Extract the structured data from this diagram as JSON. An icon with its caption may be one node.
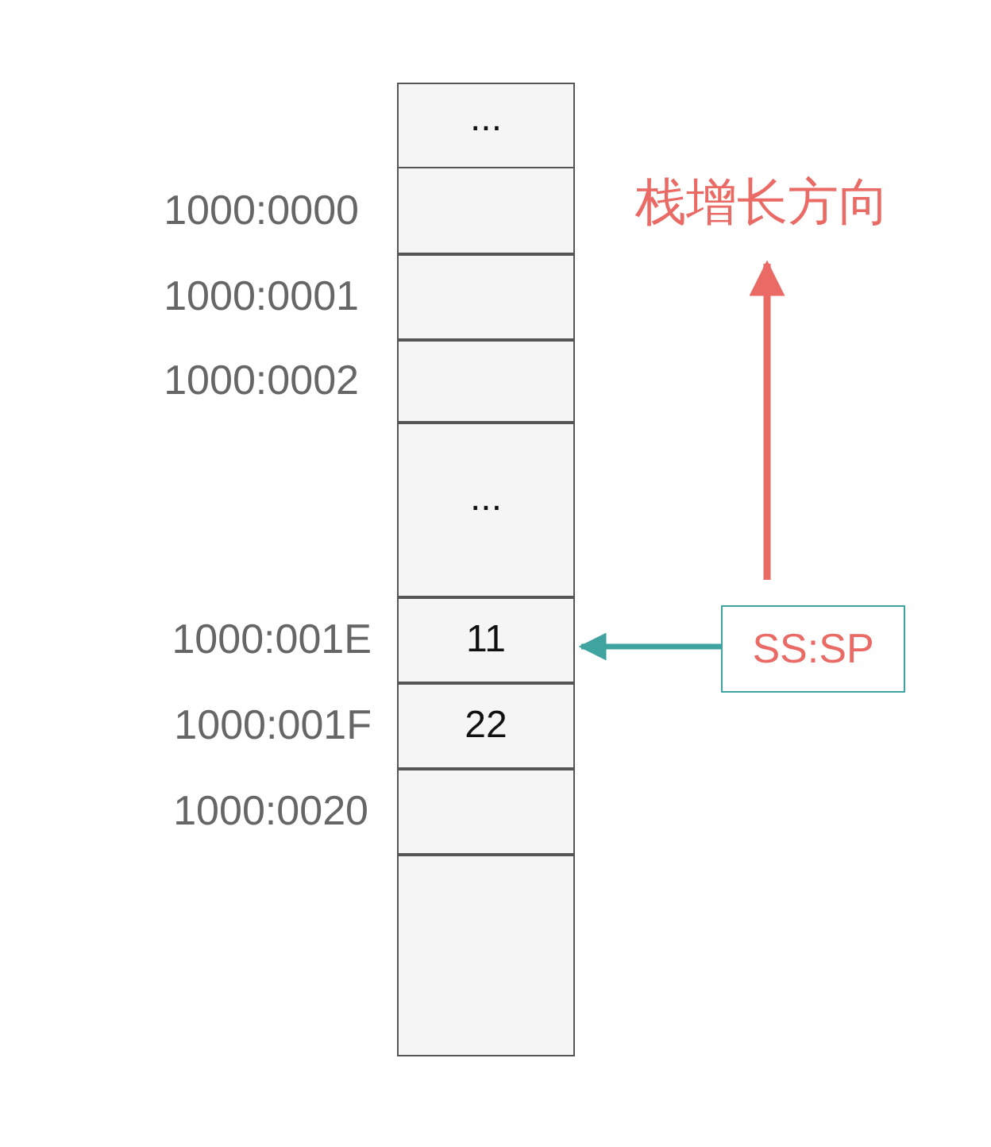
{
  "diagram": {
    "nodes": [
      {
        "text": [
          "..."
        ]
      },
      {
        "text": [],
        "shape": "box",
        "beside": [
          "1000:0000"
        ]
      },
      {
        "text": [],
        "shape": "box",
        "beside": [
          "1000:0001"
        ]
      },
      {
        "text": [],
        "shape": "box",
        "beside": [
          "1000:0002"
        ]
      },
      {
        "text": [
          "..."
        ]
      },
      {
        "text": [
          "11"
        ],
        "beside": [
          "1000:001E"
        ]
      },
      {
        "text": [
          "22"
        ],
        "beside": [
          "1000:001F"
        ]
      },
      {
        "text": [],
        "shape": "box",
        "beside": [
          "1000:0020"
        ]
      },
      {
        "text": [],
        "shape": "box"
      },
      {
        "text": [
          "SS:SP"
        ]
      }
    ],
    "edges": [
      {
        "from": 9,
        "to": 5,
        "arrow": "to"
      }
    ],
    "labels": [
      "栈增长方向"
    ]
  }
}
